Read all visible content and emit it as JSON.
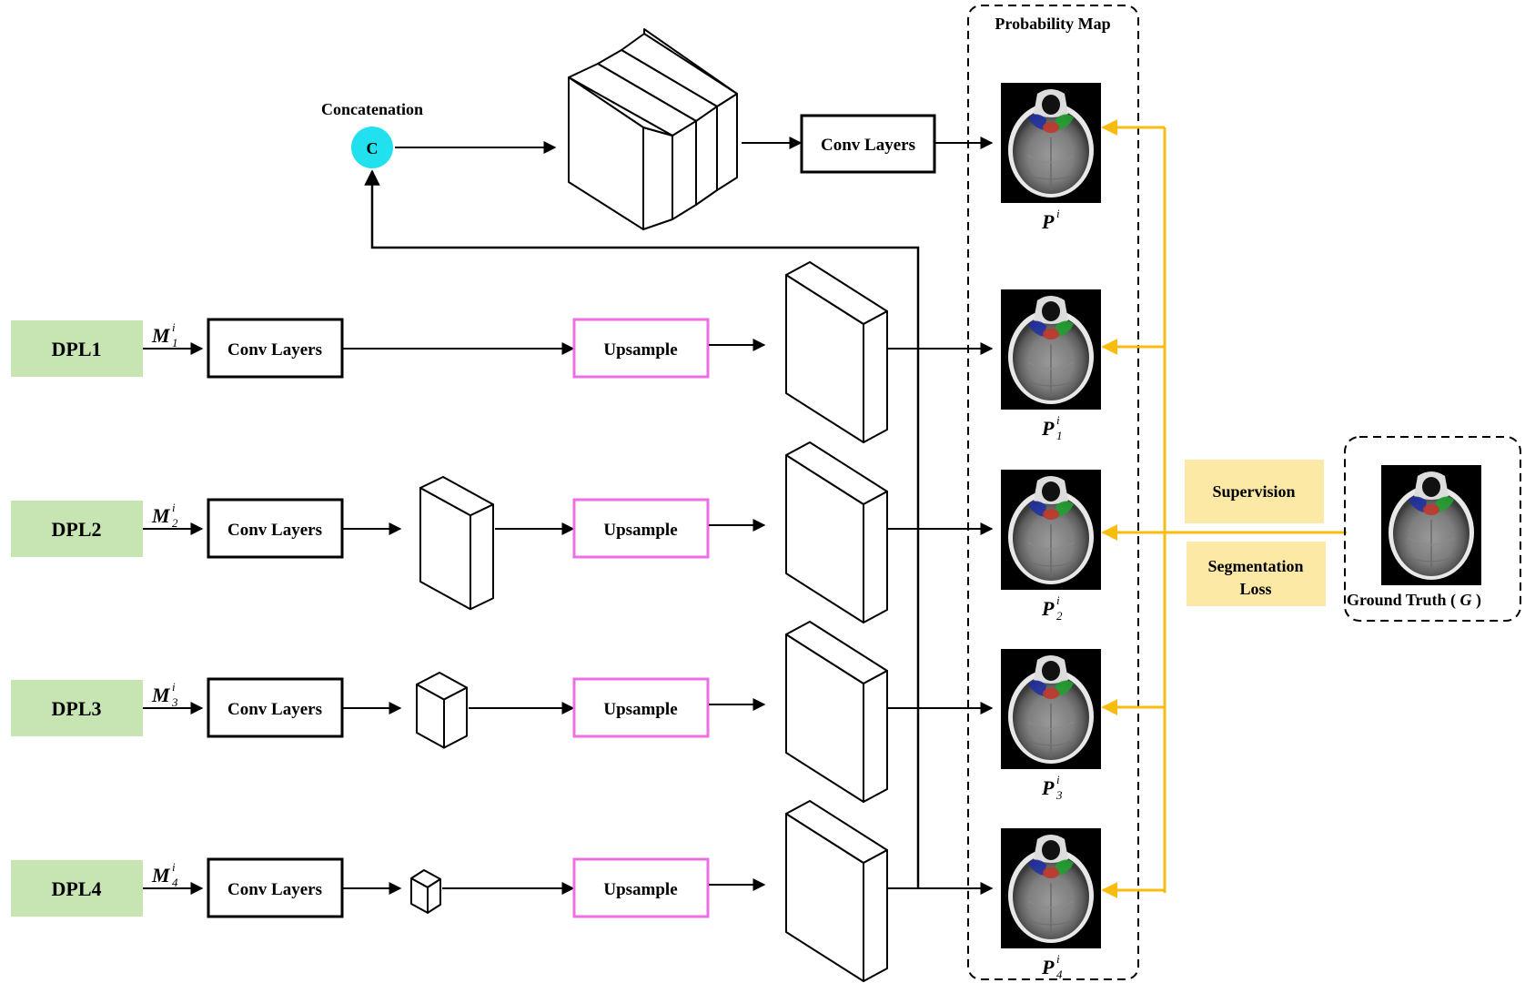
{
  "concatenation": {
    "label": "Concatenation",
    "symbol": "C",
    "color": "#22e1ee"
  },
  "probability_map": {
    "title": "Probability Map"
  },
  "conv_layers_label": "Conv Layers",
  "upsample_label": "Upsample",
  "dpl": [
    {
      "label": "DPL1",
      "m": "M",
      "m_sub": "1",
      "m_sup": "i"
    },
    {
      "label": "DPL2",
      "m": "M",
      "m_sub": "2",
      "m_sup": "i"
    },
    {
      "label": "DPL3",
      "m": "M",
      "m_sub": "3",
      "m_sup": "i"
    },
    {
      "label": "DPL4",
      "m": "M",
      "m_sub": "4",
      "m_sup": "i"
    }
  ],
  "p_maps": [
    {
      "p": "P",
      "sub": "",
      "sup": "i"
    },
    {
      "p": "P",
      "sub": "1",
      "sup": "i"
    },
    {
      "p": "P",
      "sub": "2",
      "sup": "i"
    },
    {
      "p": "P",
      "sub": "3",
      "sup": "i"
    },
    {
      "p": "P",
      "sub": "4",
      "sup": "i"
    }
  ],
  "supervision": {
    "label": "Supervision"
  },
  "segmentation_loss": {
    "line1": "Segmentation",
    "line2": "Loss"
  },
  "ground_truth": {
    "label": "Ground Truth (",
    "symbol": "G",
    "close": ")"
  },
  "colors": {
    "dpl_fill": "#c6e5b3",
    "upsample_border": "#ee6ee6",
    "supervision_fill": "#fde9a6",
    "arrow_yellow": "#f8bc10"
  }
}
